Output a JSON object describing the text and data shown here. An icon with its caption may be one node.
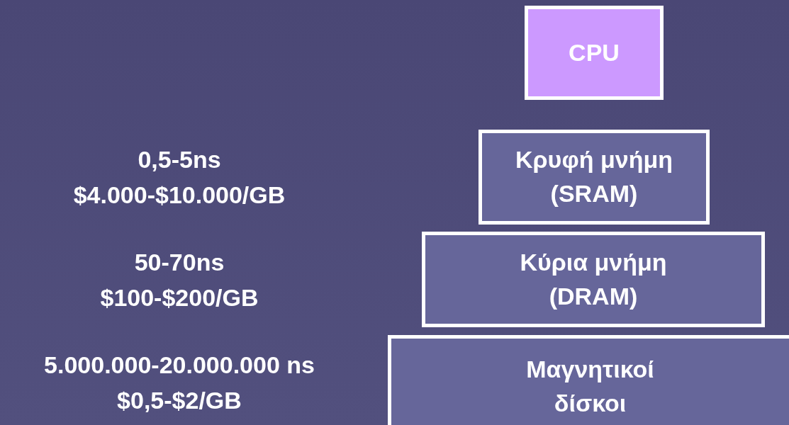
{
  "diagram": {
    "nodes": [
      {
        "text": [
          "CPU"
        ]
      },
      {
        "text": [
          "Κρυφή μνήμη (SRAM)"
        ],
        "beside": [
          "0,5-5ns",
          "$4.000-$10.000/GB"
        ]
      },
      {
        "text": [
          "Κύρια μνήμη (DRAM)"
        ],
        "beside": [
          "50-70ns",
          "$100-$200/GB"
        ]
      },
      {
        "text": [
          "Μαγνητικοί δίσκοι"
        ],
        "beside": [
          "5.000.000-20.000.000 ns",
          "$0,5-$2/GB"
        ]
      }
    ]
  }
}
